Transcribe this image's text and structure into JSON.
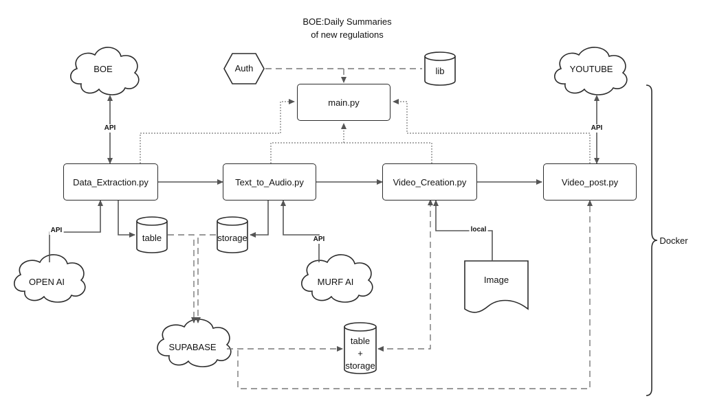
{
  "title_line1": "BOE:Daily Summaries",
  "title_line2": "of new regulations",
  "nodes": {
    "main": "main.py",
    "data_extraction": "Data_Extraction.py",
    "text_to_audio": "Text_to_Audio.py",
    "video_creation": "Video_Creation.py",
    "video_post": "Video_post.py",
    "boe": "BOE",
    "youtube": "YOUTUBE",
    "open_ai": "OPEN AI",
    "murf_ai": "MURF AI",
    "supabase": "SUPABASE",
    "auth": "Auth",
    "lib": "lib",
    "table": "table",
    "storage": "storage",
    "table_storage_1": "table",
    "table_storage_2": "+",
    "table_storage_3": "storage",
    "image": "Image",
    "docker": "Docker"
  },
  "edge_labels": {
    "api_boe": "API",
    "api_youtube": "API",
    "api_openai": "API",
    "api_murf": "API",
    "local": "local"
  }
}
